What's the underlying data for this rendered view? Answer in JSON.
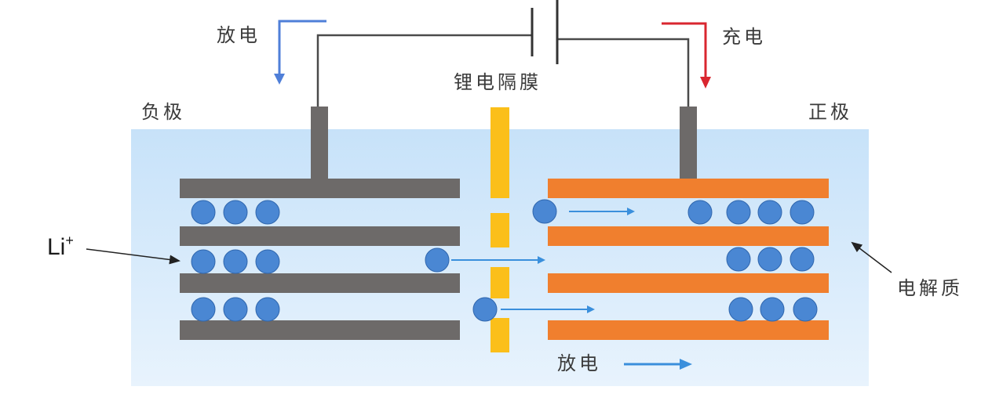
{
  "labels": {
    "discharge_top": "放电",
    "charge_top": "充电",
    "separator": "锂电隔膜",
    "negative": "负极",
    "positive": "正极",
    "electrolyte": "电解质",
    "discharge_bottom": "放电",
    "li_base": "Li",
    "li_sup": "+"
  },
  "colors": {
    "electrolyte": "#c7e2f9",
    "anode": "#6d6a69",
    "cathode": "#f07f2e",
    "separator": "#fbbf1a",
    "ion": "#4a87d3",
    "ion_stroke": "#2f66ad",
    "ion_arrow": "#3a8fdc",
    "discharge_arrow": "#4f7fd8",
    "charge_arrow": "#d9262f",
    "wire": "#4a4a4a"
  },
  "icons": [
    "discharge-arrow-icon",
    "charge-arrow-icon",
    "capacitor-icon",
    "ion-arrow-icon"
  ]
}
